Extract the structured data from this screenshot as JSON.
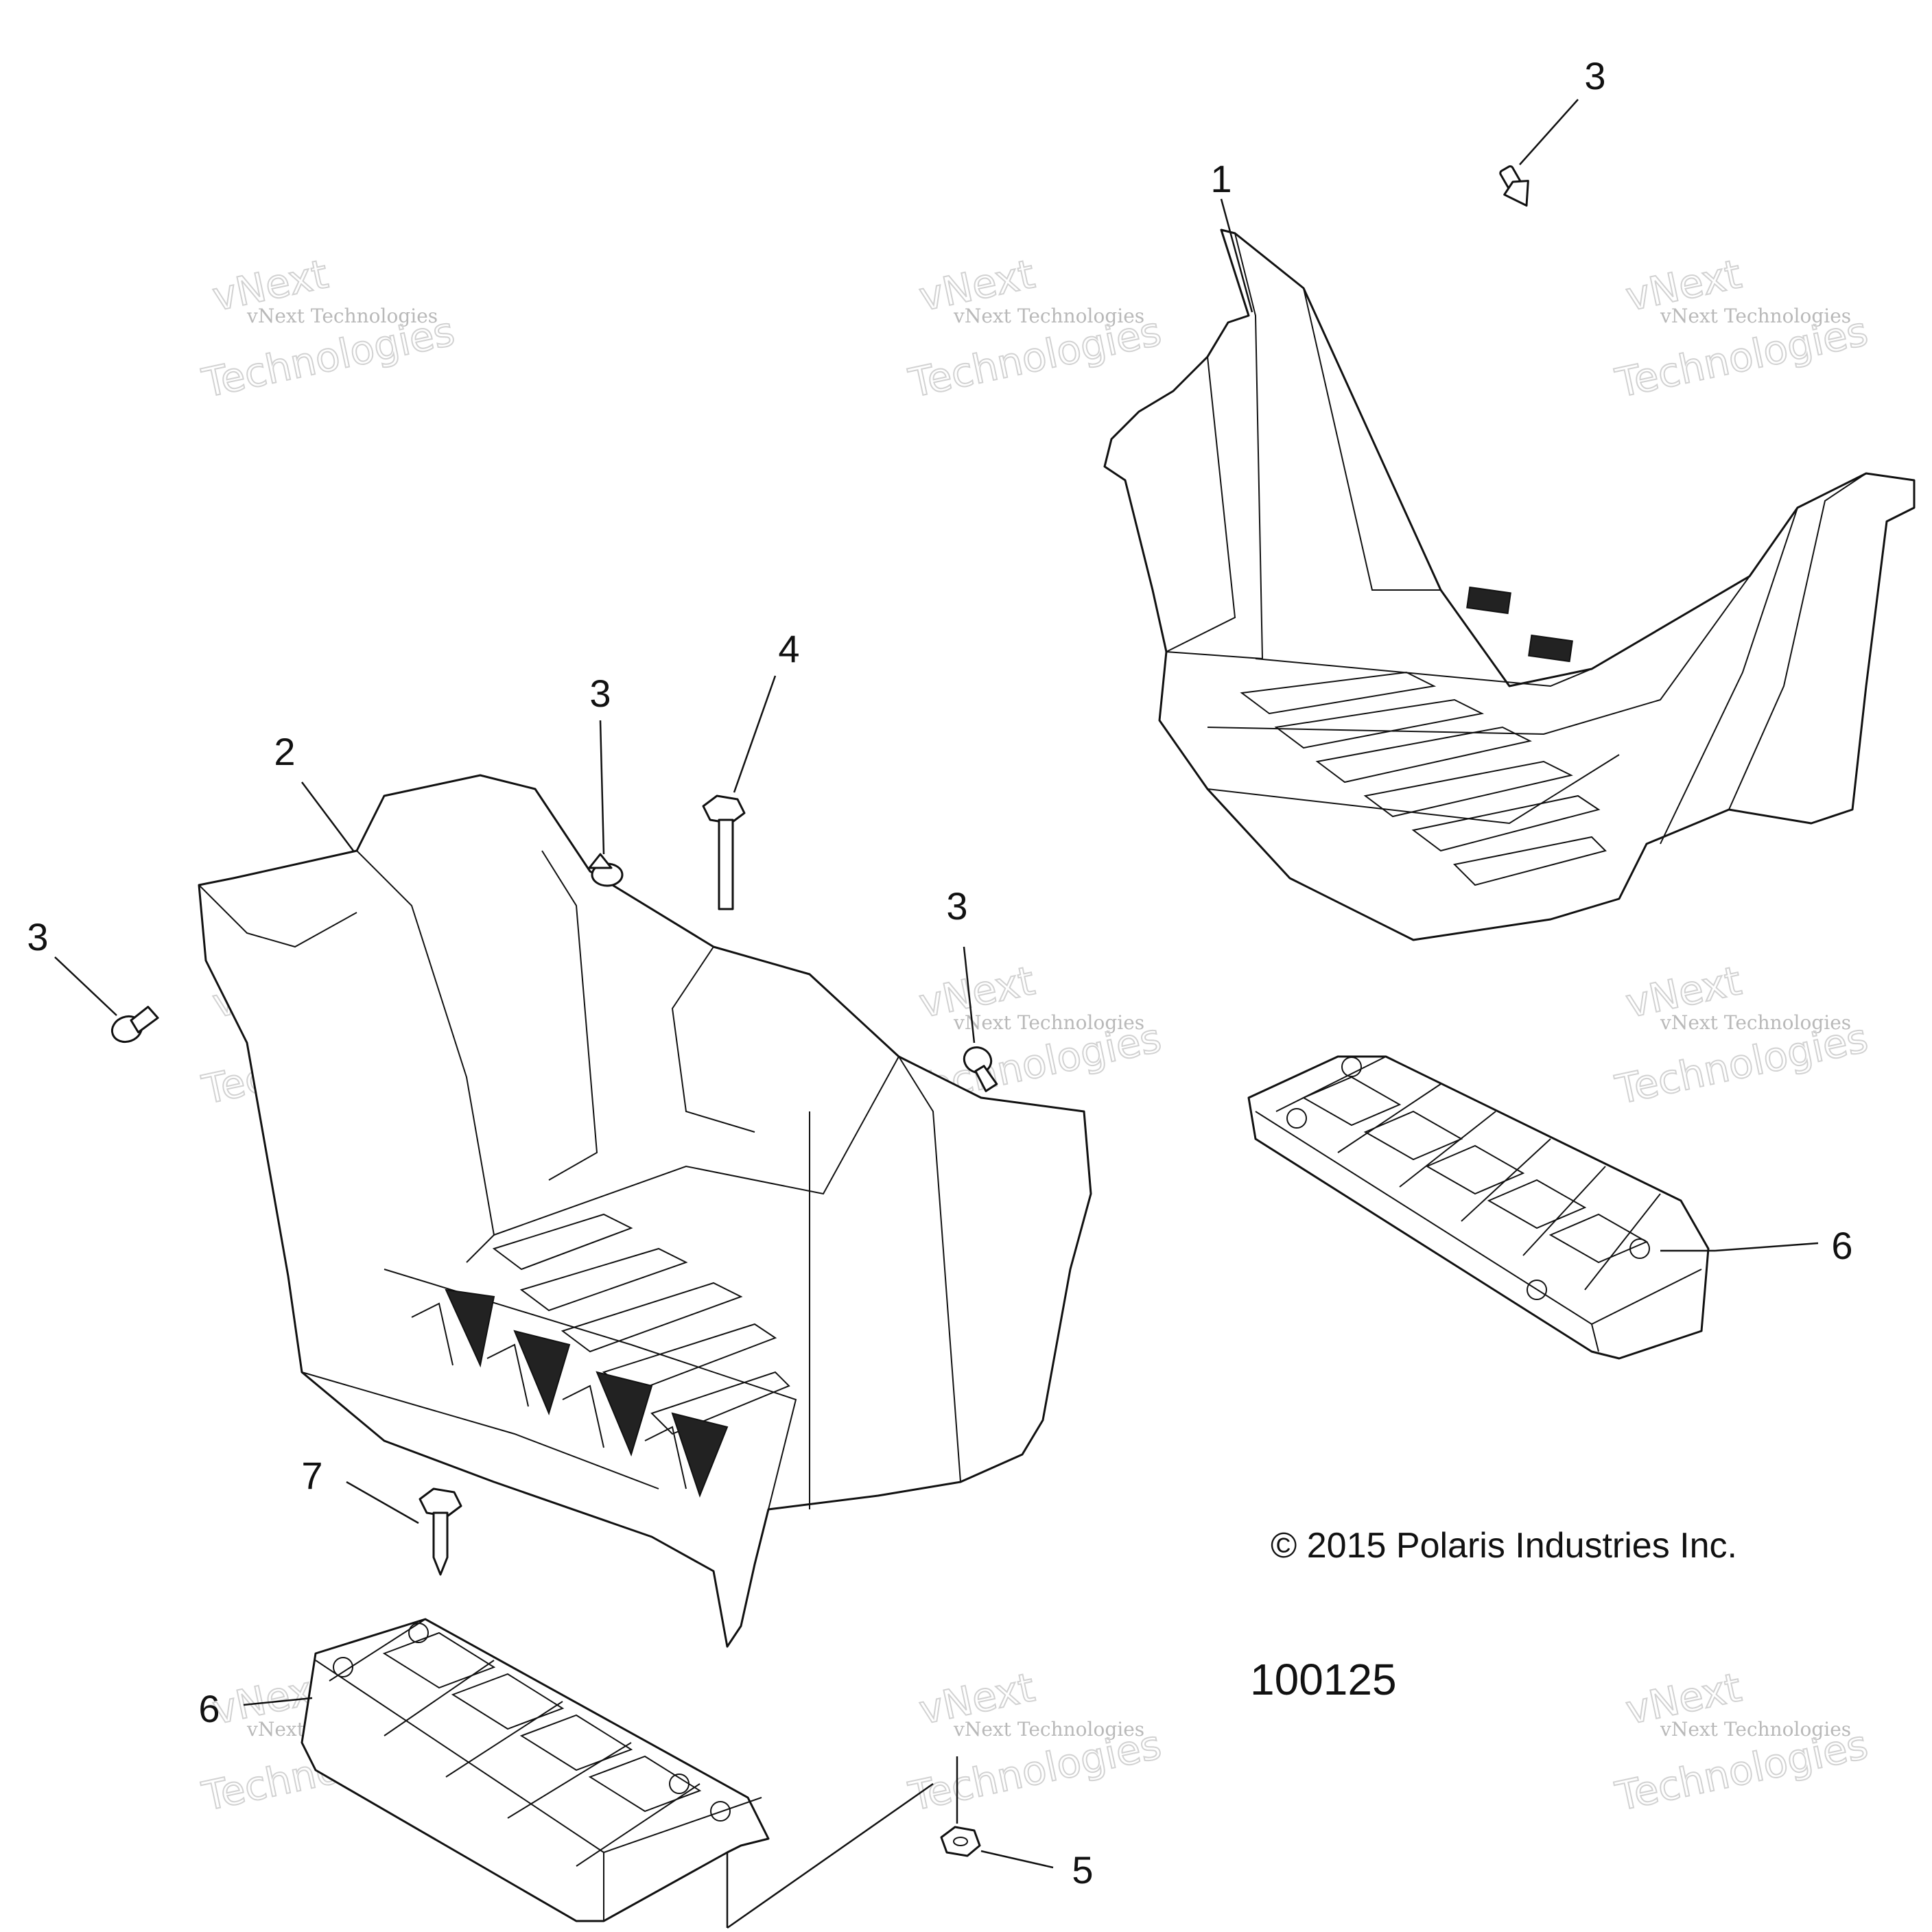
{
  "callouts": [
    {
      "id": "1",
      "label": "1"
    },
    {
      "id": "2",
      "label": "2"
    },
    {
      "id": "3a",
      "label": "3"
    },
    {
      "id": "3b",
      "label": "3"
    },
    {
      "id": "3c",
      "label": "3"
    },
    {
      "id": "3d",
      "label": "3"
    },
    {
      "id": "4",
      "label": "4"
    },
    {
      "id": "5",
      "label": "5"
    },
    {
      "id": "6a",
      "label": "6"
    },
    {
      "id": "6b",
      "label": "6"
    },
    {
      "id": "7",
      "label": "7"
    }
  ],
  "watermark": {
    "line1": "vNext Technologies",
    "line2": "vNext",
    "line3": "Technologies"
  },
  "copyright": "© 2015 Polaris Industries Inc.",
  "figure_number": "100125"
}
